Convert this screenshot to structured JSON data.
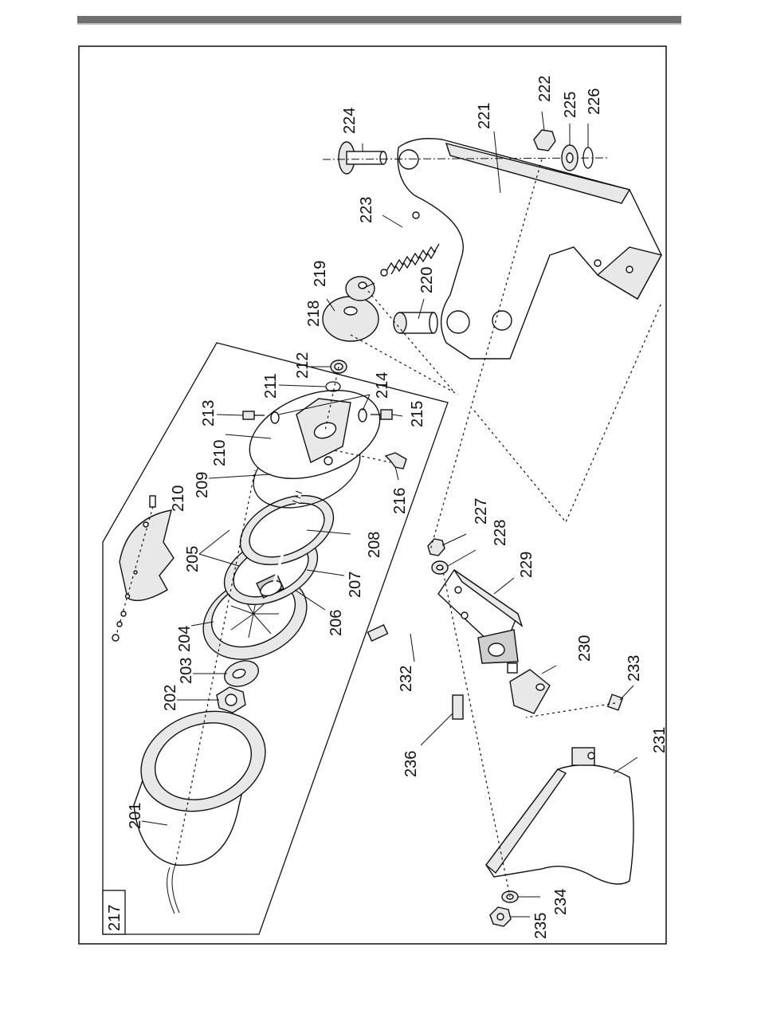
{
  "diagram": {
    "group_label": "217",
    "parts": [
      "201",
      "202",
      "203",
      "204",
      "205",
      "206",
      "207",
      "208",
      "209",
      "210",
      "210b",
      "211",
      "212",
      "213",
      "214",
      "215",
      "216",
      "218",
      "219",
      "220",
      "221",
      "222",
      "223",
      "224",
      "225",
      "226",
      "227",
      "228",
      "229",
      "230",
      "231",
      "232",
      "233",
      "234",
      "235",
      "236"
    ],
    "labels": {
      "201": "201",
      "202": "202",
      "203": "203",
      "204": "204",
      "205": "205",
      "206": "206",
      "207": "207",
      "208": "208",
      "209": "209",
      "210": "210",
      "210b": "210",
      "211": "211",
      "212": "212",
      "213": "213",
      "214": "214",
      "215": "215",
      "216": "216",
      "218": "218",
      "219": "219",
      "220": "220",
      "221": "221",
      "222": "222",
      "223": "223",
      "224": "224",
      "225": "225",
      "226": "226",
      "227": "227",
      "228": "228",
      "229": "229",
      "230": "230",
      "231": "231",
      "232": "232",
      "233": "233",
      "234": "234",
      "235": "235",
      "236": "236"
    }
  }
}
